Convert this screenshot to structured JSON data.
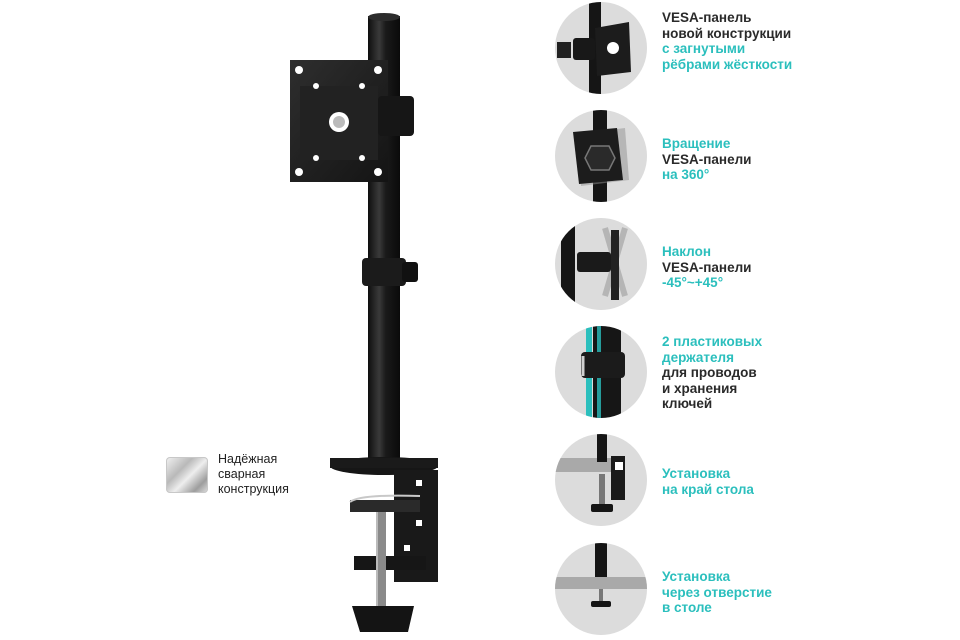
{
  "colors": {
    "accent": "#2bbfbd",
    "text": "#2a2a2a",
    "metal": "#1e1e1e"
  },
  "weld_note": {
    "icon": "brushed-metal-swatch",
    "lines": [
      "Надёжная",
      "сварная",
      "конструкция"
    ]
  },
  "features": [
    {
      "icon": "vesa-panel-icon",
      "lines": [
        {
          "text": "VESA-панель",
          "color": "dark"
        },
        {
          "text": "новой конструкции",
          "color": "dark"
        },
        {
          "text": "с загнутыми",
          "color": "teal"
        },
        {
          "text": "рёбрами жёсткости",
          "color": "teal"
        }
      ]
    },
    {
      "icon": "rotation-icon",
      "lines": [
        {
          "text": "Вращение",
          "color": "teal"
        },
        {
          "text": "VESA-панели",
          "color": "dark"
        },
        {
          "text": "на 360°",
          "color": "teal"
        }
      ]
    },
    {
      "icon": "tilt-icon",
      "lines": [
        {
          "text": "Наклон",
          "color": "teal"
        },
        {
          "text": "VESA-панели",
          "color": "dark"
        },
        {
          "text": "-45°~+45°",
          "color": "teal"
        }
      ]
    },
    {
      "icon": "cable-holder-icon",
      "lines": [
        {
          "text": "2 пластиковых",
          "color": "teal"
        },
        {
          "text": "держателя",
          "color": "teal"
        },
        {
          "text": "для проводов",
          "color": "dark"
        },
        {
          "text": "и хранения",
          "color": "dark"
        },
        {
          "text": "ключей",
          "color": "dark"
        }
      ]
    },
    {
      "icon": "desk-edge-clamp-icon",
      "lines": [
        {
          "text": "Установка",
          "color": "teal"
        },
        {
          "text": "на край стола",
          "color": "teal"
        }
      ]
    },
    {
      "icon": "grommet-mount-icon",
      "lines": [
        {
          "text": "Установка",
          "color": "teal"
        },
        {
          "text": "через отверстие",
          "color": "teal"
        },
        {
          "text": "в столе",
          "color": "teal"
        }
      ]
    }
  ]
}
